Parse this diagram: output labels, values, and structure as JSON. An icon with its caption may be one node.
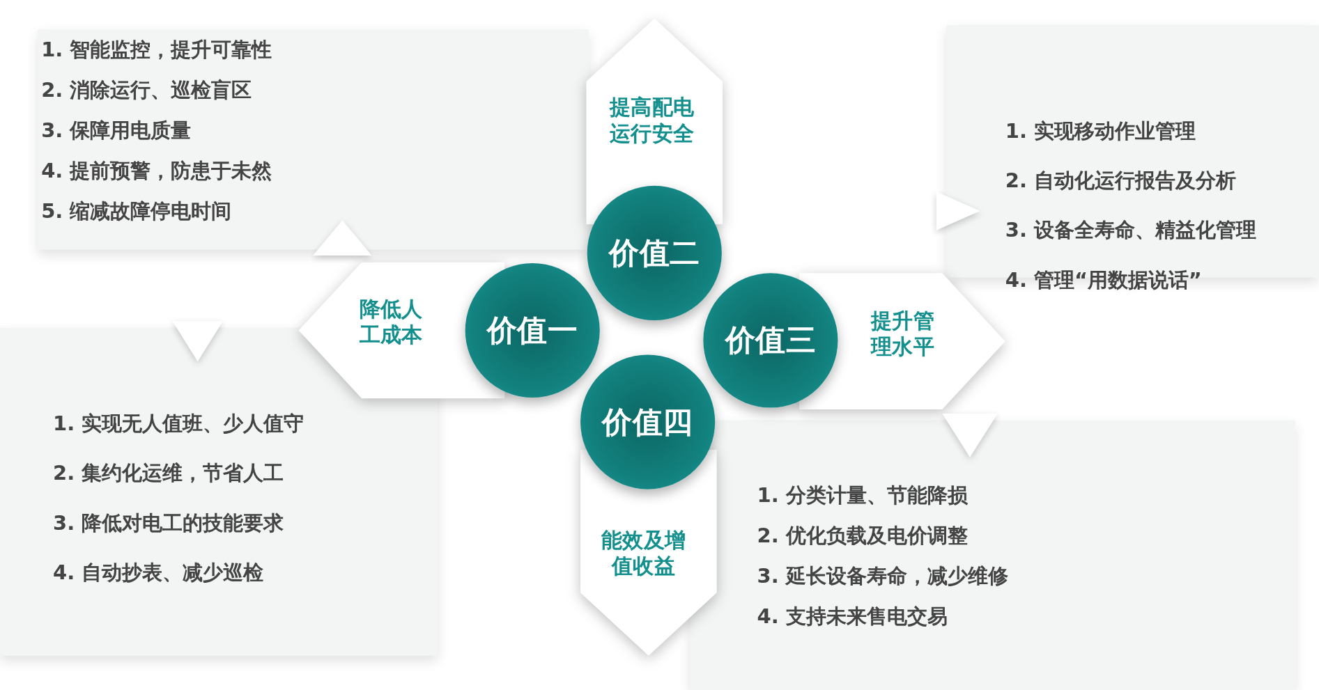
{
  "diagram": {
    "nodes": [
      {
        "text": [
          "1. 智能监控，提升可靠性",
          "2. 消除运行、巡检盲区",
          "3. 保障用电质量",
          "4. 提前预警，防患于未然",
          "5. 缩减故障停电时间"
        ]
      },
      {
        "text": [
          "提高配电运行安全"
        ]
      },
      {
        "text": [
          "1. 实现移动作业管理",
          "2. 自动化运行报告及分析",
          "3. 设备全寿命、精益化管理",
          "4. 管理“用数据说话”"
        ]
      },
      {
        "text": [
          "降低人工成本"
        ]
      },
      {
        "text": [
          "价值一"
        ]
      },
      {
        "text": [
          "价值二"
        ]
      },
      {
        "text": [
          "价值三"
        ]
      },
      {
        "text": [
          "提升管理水平"
        ]
      },
      {
        "text": [
          "1. 实现无人值班、少人值守",
          "2. 集约化运维，节省人工",
          "3. 降低对电工的技能要求",
          "4. 自动抄表、减少巡检"
        ]
      },
      {
        "text": [
          "价值四"
        ]
      },
      {
        "text": [
          "能效及增值收益"
        ]
      },
      {
        "text": [
          "1. 分类计量、节能降损",
          "2. 优化负载及电价调整",
          "3. 延长设备寿命，减少维修",
          "4. 支持未来售电交易"
        ]
      },
      {
        "text": [],
        "shape": "triangle"
      },
      {
        "text": [],
        "shape": "triangle"
      },
      {
        "text": [],
        "shape": "triangle"
      },
      {
        "text": [],
        "shape": "triangle"
      }
    ]
  }
}
